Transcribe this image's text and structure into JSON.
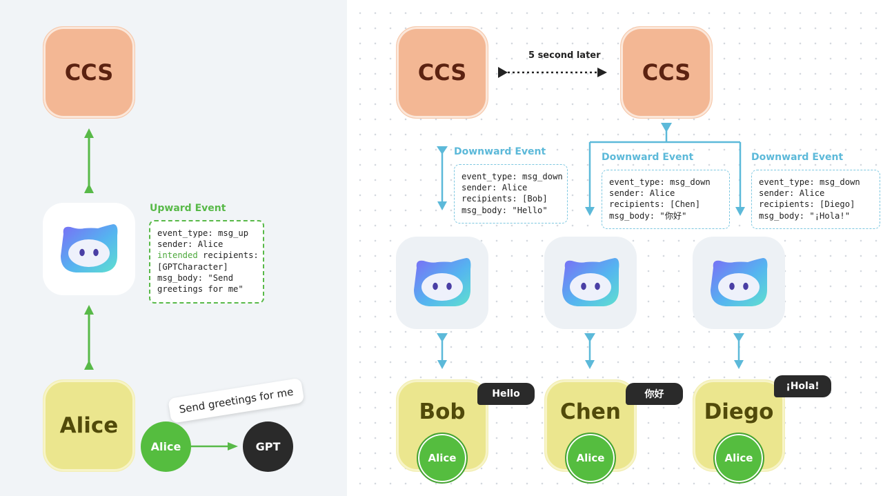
{
  "left": {
    "ccs_label": "CCS",
    "upward_label": "Upward Event",
    "upward_event": {
      "line1": "event_type: msg_up",
      "line2": "sender: Alice",
      "line3_highlight": "intended",
      "line3_rest": " recipients:",
      "line4": "[GPTCharacter]",
      "line5": "msg_body: \"Send",
      "line6": "greetings for me\""
    },
    "user_label": "Alice",
    "alice_circle": "Alice",
    "gpt_circle": "GPT",
    "note_text": "Send greetings for me"
  },
  "right": {
    "ccs_left": "CCS",
    "ccs_right": "CCS",
    "later_label": "5 second later",
    "events": [
      {
        "label": "Downward Event",
        "line1": "event_type: msg_down",
        "line2": "sender: Alice",
        "line3": "recipients: [Bob]",
        "line4": "msg_body: \"Hello\""
      },
      {
        "label": "Downward Event",
        "line1": "event_type: msg_down",
        "line2": "sender: Alice",
        "line3": "recipients: [Chen]",
        "line4": "msg_body: \"你好\""
      },
      {
        "label": "Downward Event",
        "line1": "event_type: msg_down",
        "line2": "sender: Alice",
        "line3": "recipients: [Diego]",
        "line4": "msg_body: \"¡Hola!\""
      }
    ],
    "users": [
      {
        "name": "Bob",
        "bubble": "Hello",
        "circle": "Alice"
      },
      {
        "name": "Chen",
        "bubble": "你好",
        "circle": "Alice"
      },
      {
        "name": "Diego",
        "bubble": "¡Hola!",
        "circle": "Alice"
      }
    ]
  },
  "colors": {
    "ccs_fill": "#f3b794",
    "user_fill": "#ebe68e",
    "up_green": "#58b948",
    "down_blue": "#5cb9d9",
    "dark": "#2a2a2a"
  }
}
